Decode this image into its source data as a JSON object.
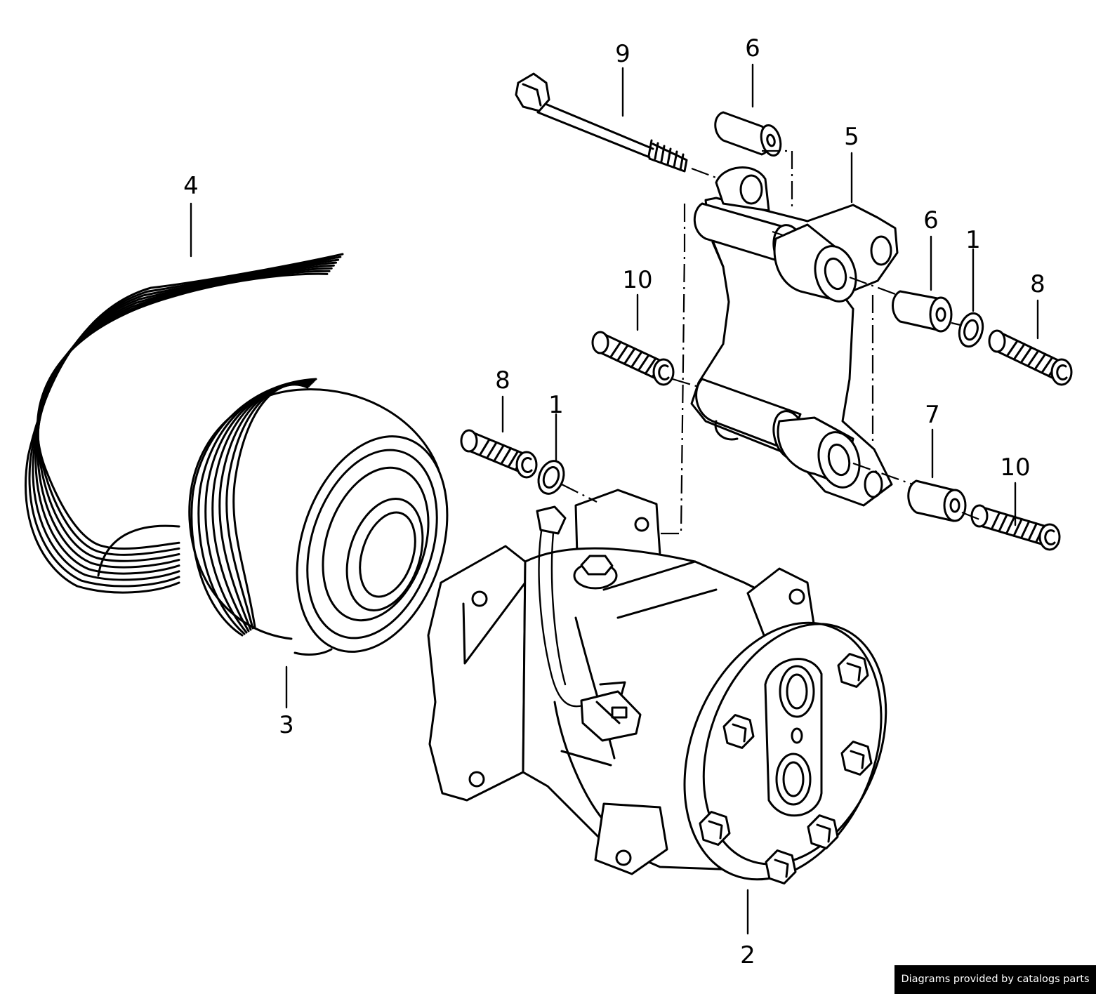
{
  "callouts": [
    {
      "id": "label-1a",
      "text": "1"
    },
    {
      "id": "label-1b",
      "text": "1"
    },
    {
      "id": "label-2",
      "text": "2"
    },
    {
      "id": "label-3",
      "text": "3"
    },
    {
      "id": "label-4",
      "text": "4"
    },
    {
      "id": "label-5",
      "text": "5"
    },
    {
      "id": "label-6a",
      "text": "6"
    },
    {
      "id": "label-6b",
      "text": "6"
    },
    {
      "id": "label-7",
      "text": "7"
    },
    {
      "id": "label-8a",
      "text": "8"
    },
    {
      "id": "label-8b",
      "text": "8"
    },
    {
      "id": "label-9",
      "text": "9"
    },
    {
      "id": "label-10a",
      "text": "10"
    },
    {
      "id": "label-10b",
      "text": "10"
    }
  ],
  "credit": "Diagrams provided by catalogs parts",
  "colors": {
    "ink": "#000000",
    "paper": "#ffffff"
  }
}
